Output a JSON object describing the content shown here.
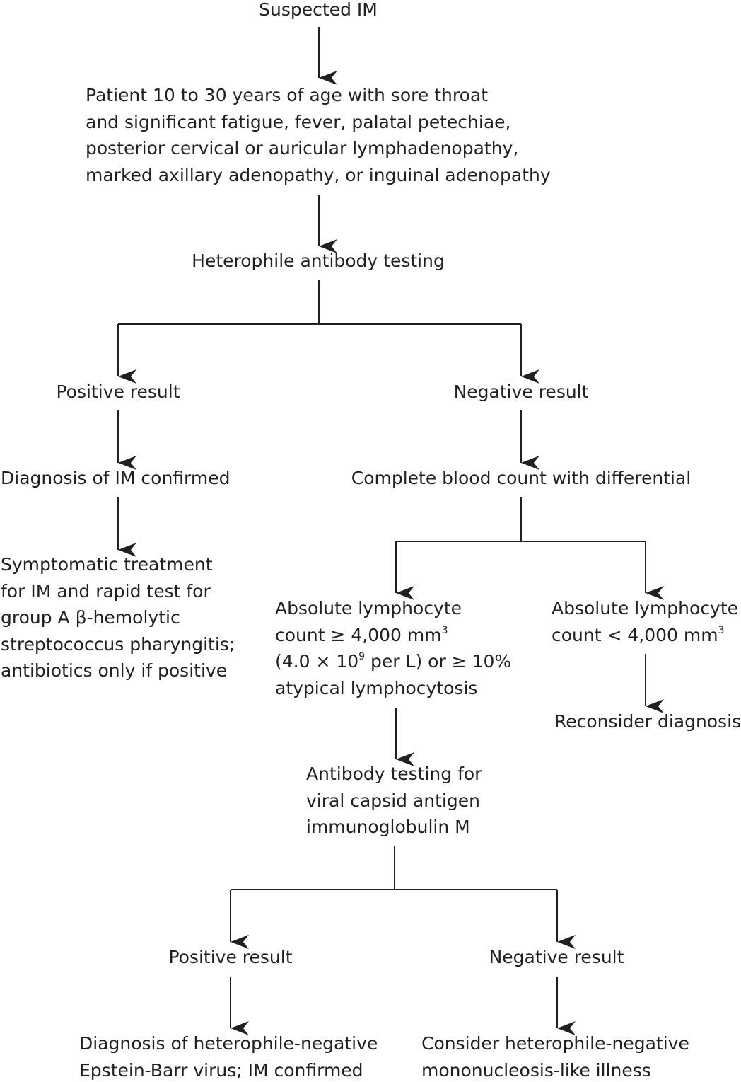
{
  "nodes": {
    "suspected": {
      "lines": [
        "Suspected IM"
      ]
    },
    "patient": {
      "lines": [
        "Patient 10 to 30 years of age with sore throat",
        "and significant fatigue, fever, palatal petechiae,",
        "posterior cervical or auricular lymphadenopathy,",
        "marked axillary adenopathy, or inguinal adenopathy"
      ]
    },
    "heterophile": {
      "lines": [
        "Heterophile antibody testing"
      ]
    },
    "pos1": {
      "lines": [
        "Positive result"
      ]
    },
    "neg1": {
      "lines": [
        "Negative result"
      ]
    },
    "diag_im": {
      "lines": [
        "Diagnosis of IM confirmed"
      ]
    },
    "cbc": {
      "lines": [
        "Complete blood count with differential"
      ]
    },
    "symptomatic": {
      "lines": [
        "Symptomatic treatment",
        "for IM and rapid test for",
        "group A β-hemolytic",
        "streptococcus pharyngitis;",
        "antibiotics only if positive"
      ]
    },
    "abs_high": {
      "l1": "Absolute lymphocyte",
      "l2": "count ≥ 4,000 mm",
      "l2_sup": "3",
      "l3a": "(4.0 × 10",
      "l3_sup": "9",
      "l3b": " per L) or ≥ 10%",
      "l4": "atypical lymphocytosis"
    },
    "abs_low": {
      "l1": "Absolute lymphocyte",
      "l2": "count < 4,000 mm",
      "l2_sup": "3"
    },
    "reconsider": {
      "lines": [
        "Reconsider diagnosis"
      ]
    },
    "antibody_vca": {
      "lines": [
        "Antibody testing for",
        "viral capsid antigen",
        "immunoglobulin M"
      ]
    },
    "pos2": {
      "lines": [
        "Positive result"
      ]
    },
    "neg2": {
      "lines": [
        "Negative result"
      ]
    },
    "diag_ebv": {
      "lines": [
        "Diagnosis of heterophile-negative",
        "Epstein-Barr virus; IM confirmed"
      ]
    },
    "consider": {
      "lines": [
        "Consider heterophile-negative",
        "mononucleosis-like illness"
      ]
    }
  }
}
